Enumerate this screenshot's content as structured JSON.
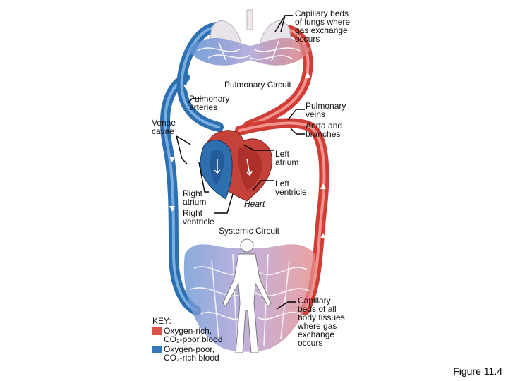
{
  "labels": {
    "capillary_lungs": "Capillary beds\nof lungs where\ngas exchange\noccurs",
    "pulmonary_circuit": "Pulmonary Circuit",
    "pulmonary_arteries": "Pulmonary\narteries",
    "pulmonary_veins": "Pulmonary\nveins",
    "aorta": "Aorta and\nbranches",
    "venae_cavae": "Venae\ncavae",
    "left_atrium": "Left\natrium",
    "left_ventricle": "Left\nventricle",
    "right_atrium": "Right\natrium",
    "right_ventricle": "Right\nventricle",
    "heart": "Heart",
    "systemic_circuit": "Systemic Circuit",
    "capillary_body": "Capillary\nbeds of all\nbody tissues\nwhere gas\nexchange\noccurs"
  },
  "key": {
    "title": "KEY:",
    "oxygen_rich": "Oxygen-rich,\nCO₂-poor blood",
    "oxygen_poor": "Oxygen-poor,\nCO₂-rich blood"
  },
  "figure_label": "Figure 11.4",
  "colors": {
    "oxygen_rich": "#d9534a",
    "oxygen_poor": "#3a78b8"
  }
}
